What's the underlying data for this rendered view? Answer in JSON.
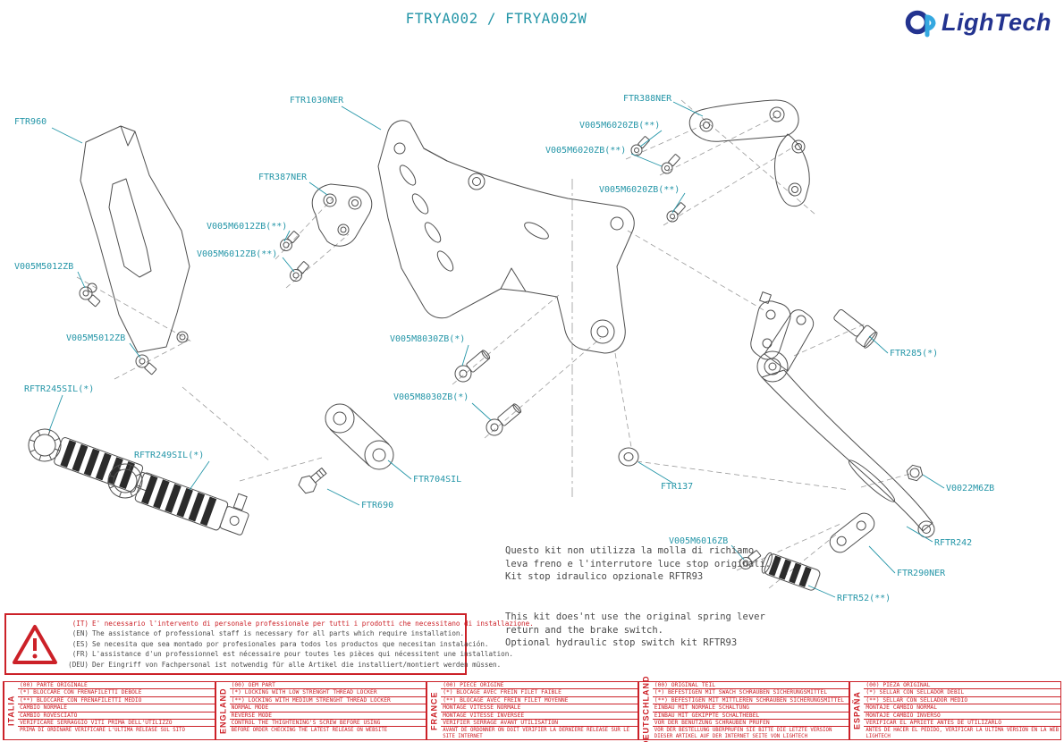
{
  "title": "FTRYA002 / FTRYA002W",
  "logo": {
    "brand": "LighTech"
  },
  "colors": {
    "accent_teal": "#2596A8",
    "warning_red": "#CC2128",
    "logo_navy": "#23338F",
    "logo_cyan": "#35A8E0",
    "drawing_gray": "#4F4F4F"
  },
  "part_labels": [
    "FTR960",
    "FTR1030NER",
    "FTR388NER",
    "V005M6020ZB(**)",
    "V005M6020ZB(**)",
    "V005M6020ZB(**)",
    "FTR387NER",
    "V005M6012ZB(**)",
    "V005M6012ZB(**)",
    "V005M5012ZB",
    "V005M5012ZB",
    "RFTR245SIL(*)",
    "RFTR249SIL(*)",
    "V005M8030ZB(*)",
    "V005M8030ZB(*)",
    "FTR704SIL",
    "FTR690",
    "FTR137",
    "FTR285(*)",
    "V0022M6ZB",
    "RFTR242",
    "FTR290NER",
    "V005M6016ZB",
    "RFTR52(**)"
  ],
  "notes": {
    "it": "Questo kit non utilizza la molla di richiamo\nleva freno e l'interrutore luce stop originali.\nKit stop idraulico opzionale RFTR93",
    "en": "This kit does'nt use the original spring lever\nreturn and the brake switch.\nOptional hydraulic stop switch kit RFTR93"
  },
  "warning": {
    "lines": [
      {
        "code": "(IT)",
        "text": "E' necessario l'intervento di personale professionale per tutti i prodotti che necessitano di installazione."
      },
      {
        "code": "(EN)",
        "text": "The assistance of professional staff is necessary for all parts which require installation."
      },
      {
        "code": "(ES)",
        "text": "Se necesita que sea montado por profesionales para todos los productos que necesitan instalación."
      },
      {
        "code": "(FR)",
        "text": "L'assistance d'un professionnel est nécessaire pour toutes les pièces qui nécessitent une installation."
      },
      {
        "code": "(DEU)",
        "text": "Der Eingriff von Fachpersonal ist notwendig für alle Artikel die installiert/montiert werden müssen."
      }
    ]
  },
  "footer": {
    "columns": [
      {
        "lang": "ITALIA",
        "rows": [
          "(00) PARTE ORIGINALE",
          "(*)  BLOCCARE CON FRENAFILETTI DEBOLE",
          "(**) BLOCCARE CON FRENAFILETTI MEDIO",
          "CAMBIO NORMALE",
          "CAMBIO ROVESCIATO",
          "VERIFICARE SERRAGGIO VITI PRIMA DELL'UTILIZZO",
          "PRIMA DI ORDINARE VERIFICARE L'ULTIMA RELEASE SUL SITO"
        ]
      },
      {
        "lang": "ENGLAND",
        "rows": [
          "(00) OEM PART",
          "(*)  LOCKING WITH LOW STRENGHT THREAD LOCKER",
          "(**) LOCKING WITH MEDIUM STRENGHT THREAD LOCKER",
          "NORMAL MODE",
          "REVERSE MODE",
          "CONTROL THE THIGHTENING'S SCREW BEFORE USING",
          "BEFORE ORDER CHECKING THE LATEST RELEASE ON WEBSITE"
        ]
      },
      {
        "lang": "FRANCE",
        "rows": [
          "(00) PIECE ORIGINE",
          "(*)  BLOCAGE AVEC FREIN FILET FAIBLE",
          "(**) BLOCAGE AVEC FREIN FILET MOYENNE",
          "MONTAGE VITESSE NORMALE",
          "MONTAGE VITESSE INVERSEE",
          "VERIFIER SERRAGE AVANT UTILISATION",
          "AVANT DE ORDONNER ON DOIT VERIFIER LA DERNIERE RELEASE SUR LE SITE INTERNET"
        ]
      },
      {
        "lang": "DEUTSCHLAND",
        "rows": [
          "(00) ORIGINAL TEIL",
          "(*)  BEFESTIGEN MIT SWACH SCHRAUBEN SICHERUNGSMITTEL",
          "(**) BEFESTIGEN MIT MITTLEREN SCHRAUBEN SICHERUNGSMITTEL",
          "EINBAU MIT NORMALE SCHALTUNG",
          "EINBAU MIT GEKIPPTE SCHALTHEBEL",
          "VOR DER BENUTZUNG SCHRAUBEN PRUFEN",
          "VOR DER BESTELLUNG UBERPRUFEN SIE BITTE DIE LETZTE VERSION DIESER ARTIKEL AUF DER INTERNET SEITE VON LIGHTECH"
        ]
      },
      {
        "lang": "ESPAÑA",
        "rows": [
          "(00) PIEZA ORIGINAL",
          "(*)  SELLAR CON SELLADOR DEBIL",
          "(**) SELLAR CON SELLADOR MEDIO",
          "MONTAJE  CAMBIO NORMAL",
          "MONTAJE CAMBIO INVERSO",
          "VERIFICAR EL APRIETE ANTES DE UTILIZARLO",
          "ANTES DE HACER EL PEDIDO, VERIFICAR LA ULTIMA VERSION EN LA WEB LIGHTECH"
        ]
      }
    ]
  }
}
